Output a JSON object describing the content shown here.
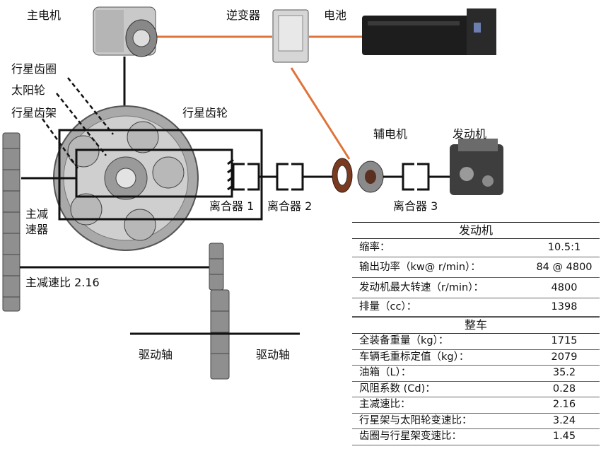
{
  "labels": {
    "main_motor": "主电机",
    "inverter": "逆变器",
    "battery": "电池",
    "ring_gear": "行星齿圈",
    "sun_gear": "太阳轮",
    "carrier": "行星齿架",
    "planetary": "行星齿轮",
    "aux_motor": "辅电机",
    "engine": "发动机",
    "clutch1": "离合器 1",
    "clutch2": "离合器 2",
    "clutch3": "离合器 3",
    "final_drive": "主减\n速器",
    "final_drive_ratio": "主减速比 2.16",
    "drive_shaft_left": "驱动轴",
    "drive_shaft_right": "驱动轴"
  },
  "spec_table": {
    "engine_header": "发动机",
    "engine_rows": [
      {
        "k": "缩率：",
        "v": "10.5:1"
      },
      {
        "k": "输出功率（kw@ r/min）：",
        "v": "84 @ 4800"
      },
      {
        "k": "发动机最大转速（r/min）：",
        "v": "4800"
      },
      {
        "k": "排量（cc）：",
        "v": "1398"
      }
    ],
    "vehicle_header": "整车",
    "vehicle_rows": [
      {
        "k": "全装备重量（kg）：",
        "v": "1715"
      },
      {
        "k": "车辆毛重标定值（kg）：",
        "v": "2079"
      },
      {
        "k": "油箱（L）：",
        "v": "35.2"
      },
      {
        "k": "风阻系数 (Cd)：",
        "v": "0.28"
      },
      {
        "k": "主减速比：",
        "v": "2.16"
      },
      {
        "k": "行星架与太阳轮变速比：",
        "v": "3.24"
      },
      {
        "k": "齿圈与行星架变速比：",
        "v": "1.45"
      }
    ]
  },
  "colors": {
    "power_line": "#e0733a",
    "shaft": "#111111"
  }
}
